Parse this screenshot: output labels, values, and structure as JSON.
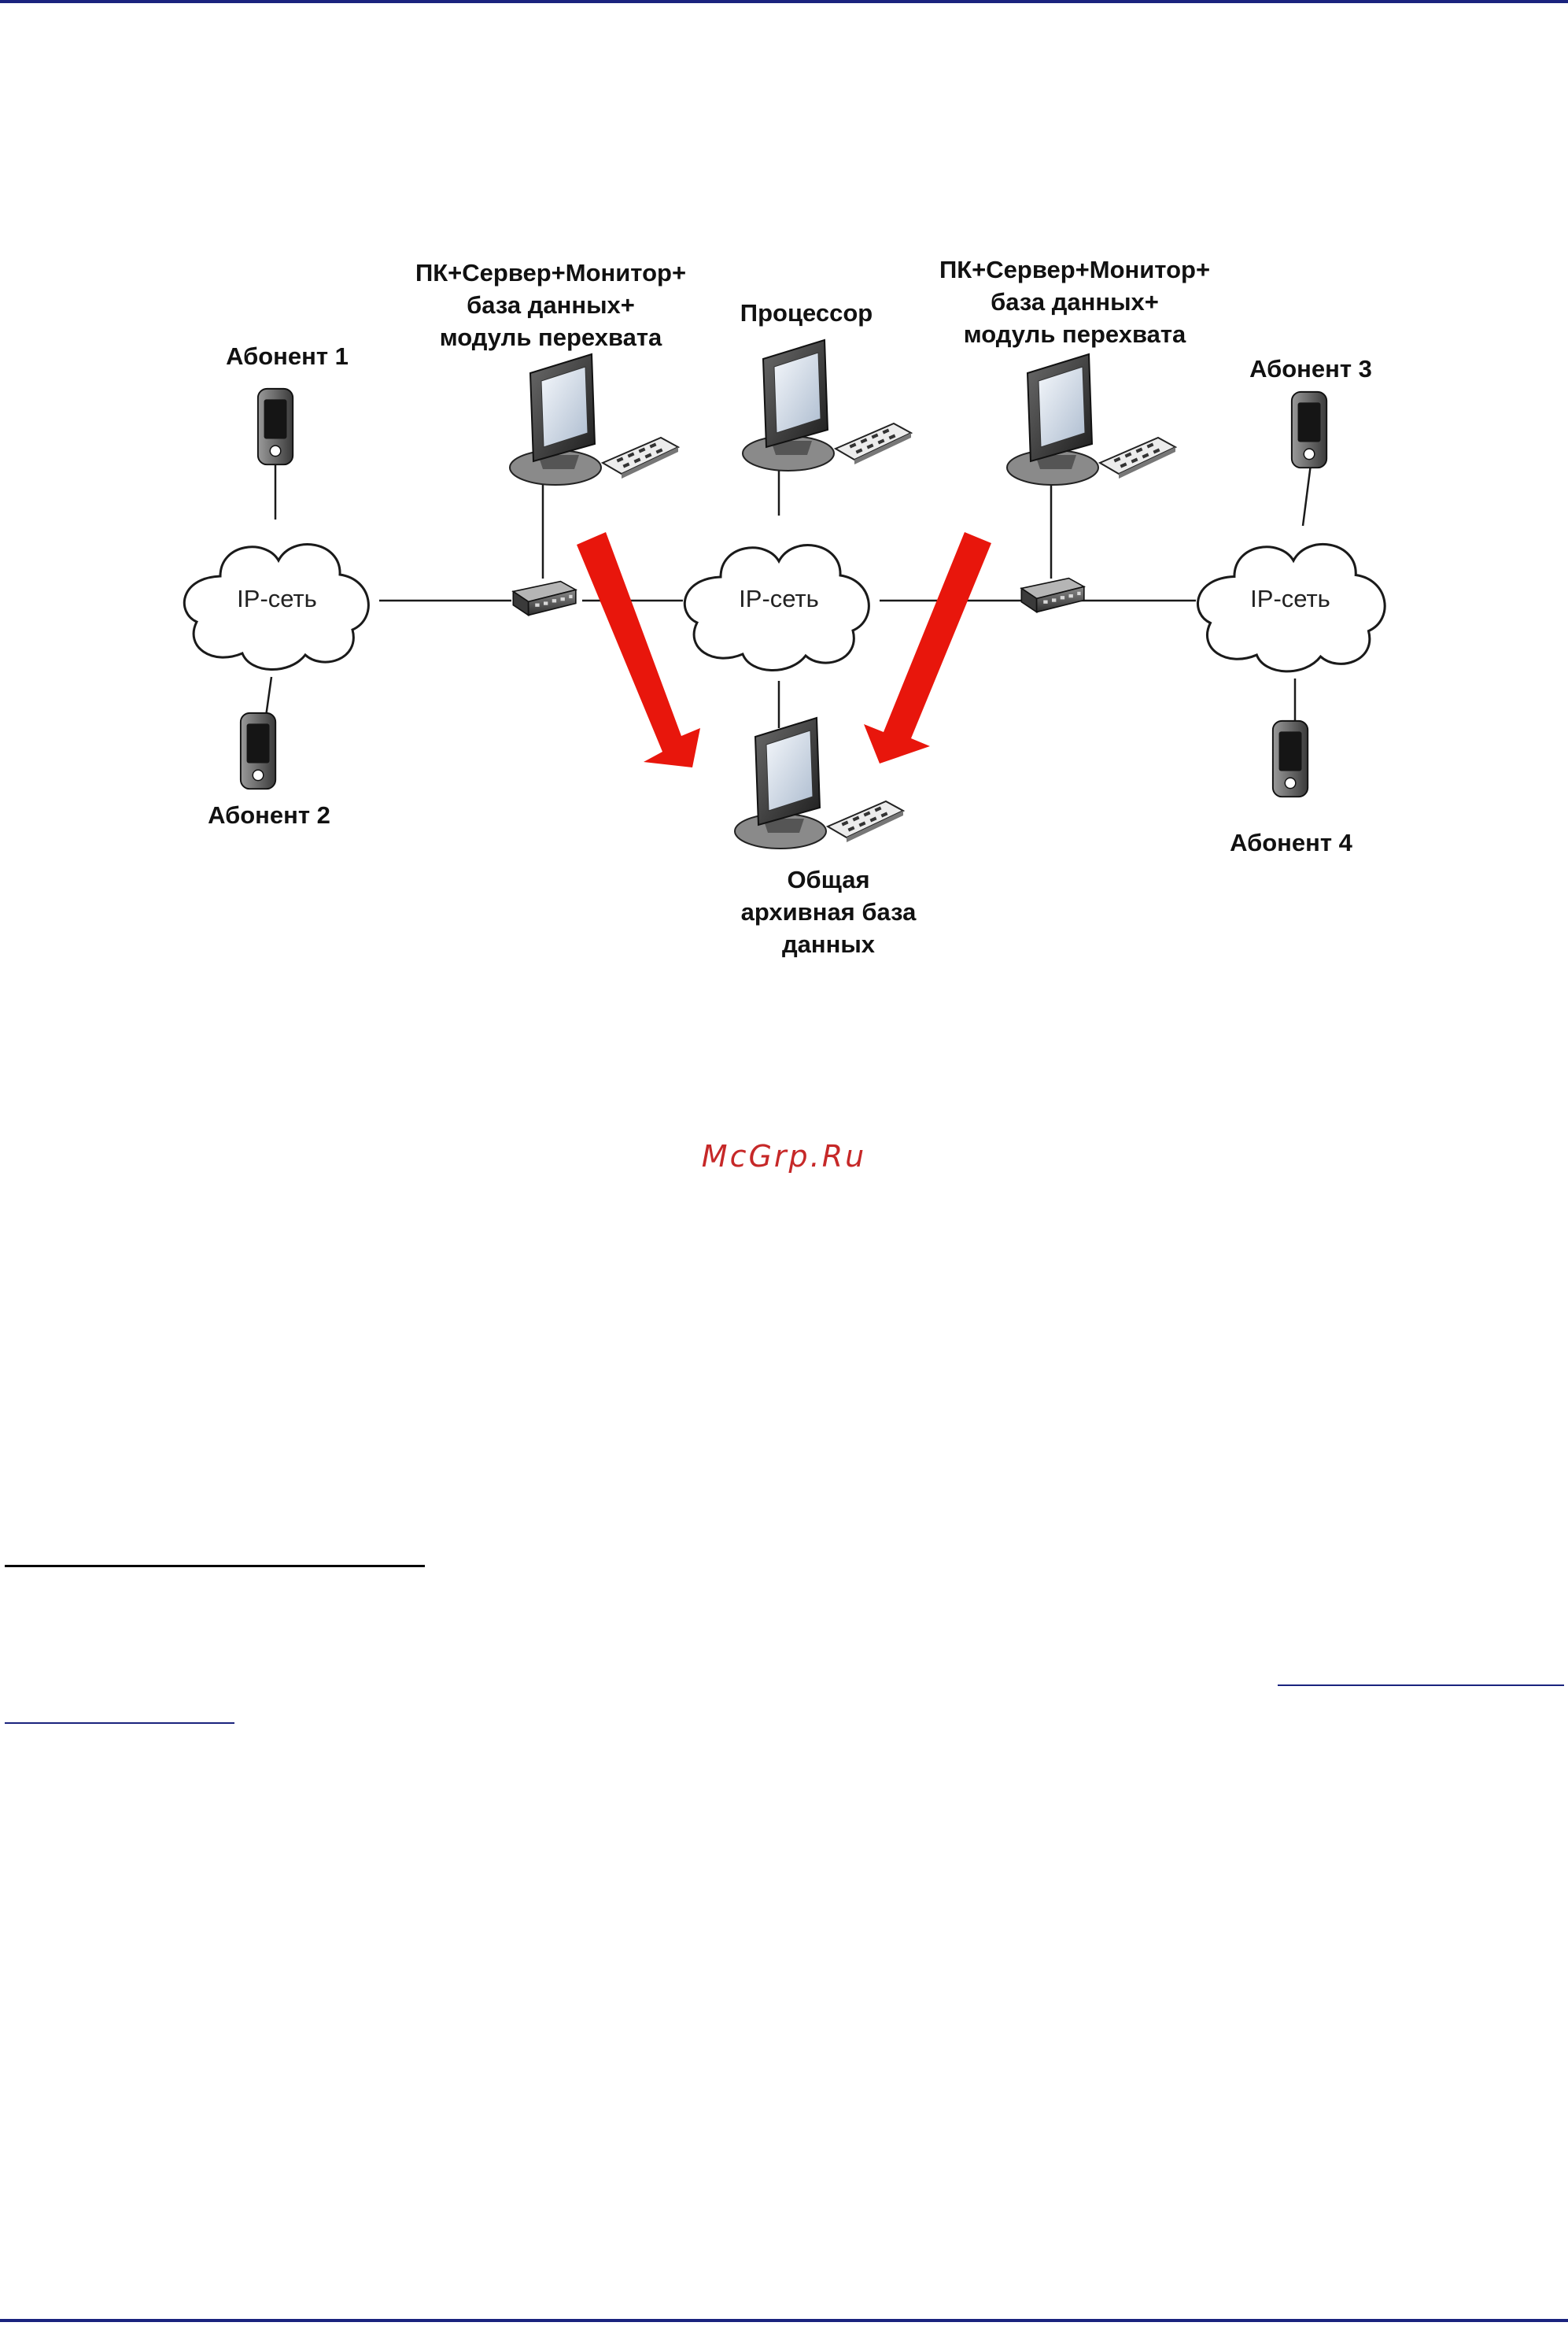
{
  "page": {
    "border_color": "#1a237e",
    "watermark": "McGrp.Ru",
    "watermark_color": "#c62828",
    "link_color": "#1a237e"
  },
  "diagram": {
    "arrow_color": "#e8160c",
    "labels": {
      "subscriber1": "Абонент 1",
      "subscriber2": "Абонент 2",
      "subscriber3": "Абонент 3",
      "subscriber4": "Абонент 4",
      "processor": "Процессор",
      "intercept_left": [
        "ПК+Сервер+Монитор+",
        "база данных+",
        "модуль перехвата"
      ],
      "intercept_right": [
        "ПК+Сервер+Монитор+",
        "база данных+",
        "модуль перехвата"
      ],
      "archive": [
        "Общая",
        "архивная база",
        "данных"
      ],
      "cloud_left": "IP-сеть",
      "cloud_center": "IP-сеть",
      "cloud_right": "IP-сеть"
    }
  }
}
